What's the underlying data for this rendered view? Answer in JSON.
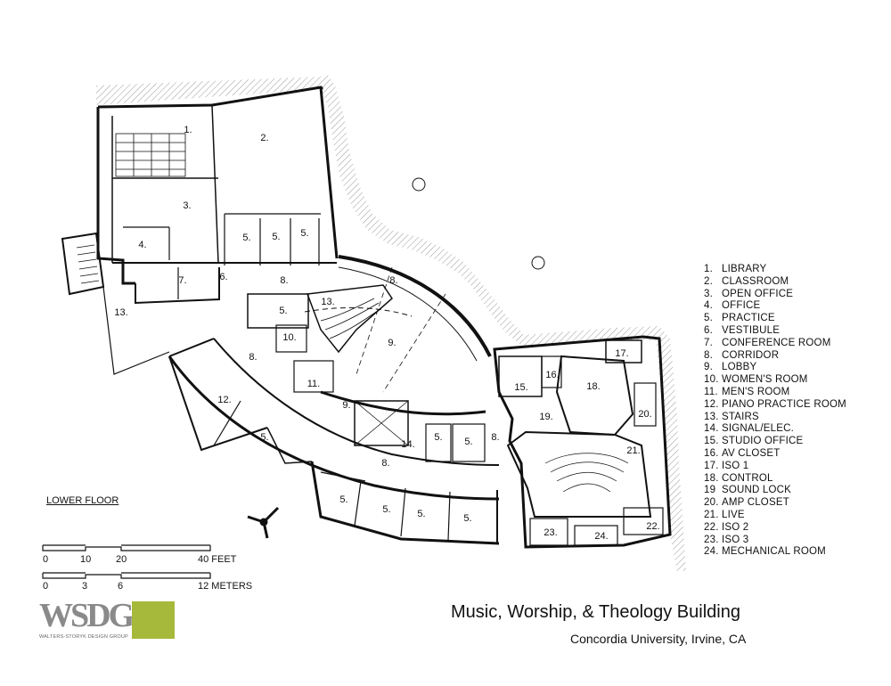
{
  "title": "Music, Worship, & Theology Building",
  "subtitle": "Concordia University, Irvine, CA",
  "floor_label": "LOWER FLOOR",
  "scale": {
    "feet_ticks": [
      "0",
      "10",
      "20",
      "40 FEET"
    ],
    "meter_ticks": [
      "0",
      "3",
      "6",
      "12 METERS"
    ]
  },
  "logo": {
    "wordmark": "WSDG",
    "tagline": "WALTERS-STORYK DESIGN GROUP",
    "accent_color": "#a7b93b"
  },
  "legend": [
    {
      "num": "1.",
      "name": "LIBRARY"
    },
    {
      "num": "2.",
      "name": "CLASSROOM"
    },
    {
      "num": "3.",
      "name": "OPEN OFFICE"
    },
    {
      "num": "4.",
      "name": "OFFICE"
    },
    {
      "num": "5.",
      "name": "PRACTICE"
    },
    {
      "num": "6.",
      "name": "VESTIBULE"
    },
    {
      "num": "7.",
      "name": "CONFERENCE ROOM"
    },
    {
      "num": "8.",
      "name": "CORRIDOR"
    },
    {
      "num": "9.",
      "name": "LOBBY"
    },
    {
      "num": "10.",
      "name": "WOMEN'S ROOM"
    },
    {
      "num": "11.",
      "name": "MEN'S ROOM"
    },
    {
      "num": "12.",
      "name": "PIANO PRACTICE ROOM"
    },
    {
      "num": "13.",
      "name": "STAIRS"
    },
    {
      "num": "14.",
      "name": "SIGNAL/ELEC."
    },
    {
      "num": "15.",
      "name": "STUDIO OFFICE"
    },
    {
      "num": "16.",
      "name": "AV CLOSET"
    },
    {
      "num": "17.",
      "name": "ISO 1"
    },
    {
      "num": "18.",
      "name": "CONTROL"
    },
    {
      "num": "19",
      "name": "SOUND LOCK"
    },
    {
      "num": "20.",
      "name": "AMP CLOSET"
    },
    {
      "num": "21.",
      "name": "LIVE"
    },
    {
      "num": "22.",
      "name": "ISO 2"
    },
    {
      "num": "23.",
      "name": "ISO 3"
    },
    {
      "num": "24.",
      "name": "MECHANICAL ROOM"
    }
  ],
  "plan_labels": {
    "r1": "1.",
    "r2": "2.",
    "r3": "3.",
    "r4": "4.",
    "r5a": "5.",
    "r5b": "5.",
    "r5c": "5.",
    "r5d": "5.",
    "r5e": "5.",
    "r5f": "5.",
    "r5g": "5.",
    "r5h": "5.",
    "r5i": "5.",
    "r5j": "5.",
    "r5k": "5.",
    "r6": "6.",
    "r7": "7.",
    "r8a": "8.",
    "r8b": "8.",
    "r8c": "8.",
    "r8d": "8.",
    "r8e": "8.",
    "r9a": "9.",
    "r9b": "9.",
    "r10": "10.",
    "r11": "11.",
    "r12": "12.",
    "r13a": "13.",
    "r13b": "13.",
    "r14": "14.",
    "r15": "15.",
    "r16": "16.",
    "r17": "17.",
    "r18": "18.",
    "r19": "19.",
    "r20": "20.",
    "r21": "21.",
    "r22": "22.",
    "r23": "23.",
    "r24": "24."
  }
}
